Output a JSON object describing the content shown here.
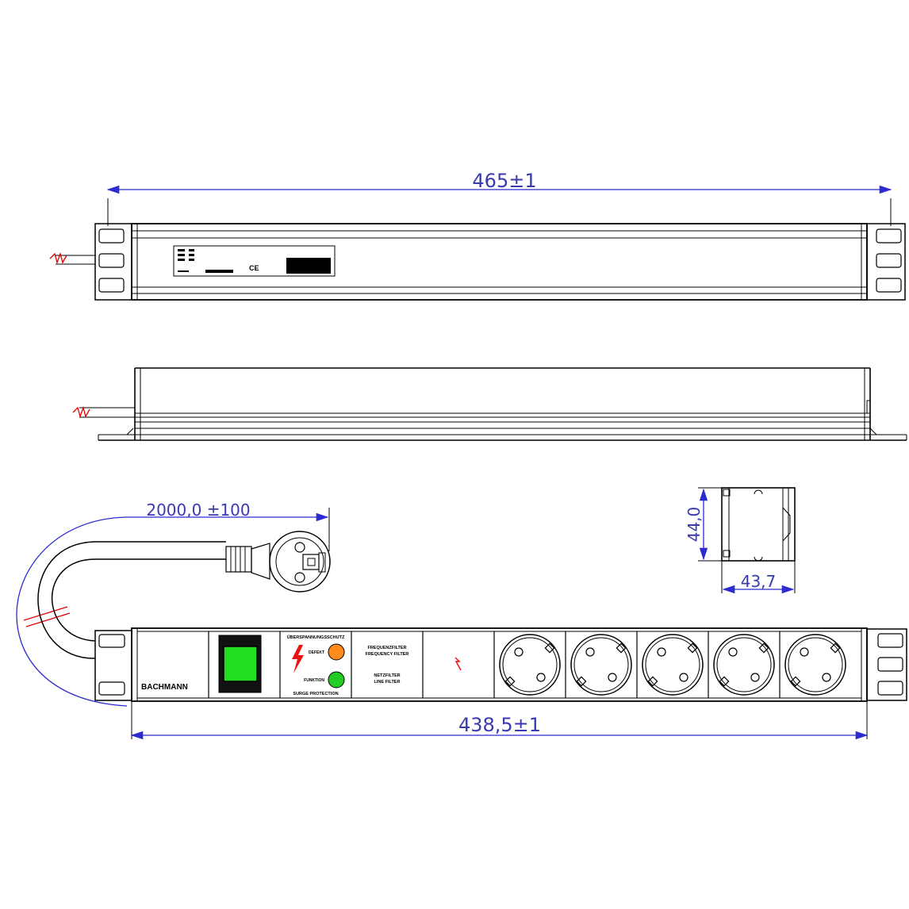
{
  "dimensions": {
    "total_length": "465±1",
    "body_length": "438,5±1",
    "cable_length": "2000,0  ±100",
    "height": "44,0",
    "depth": "43,7"
  },
  "panel_labels": {
    "brand": "BACHMANN",
    "overvoltage_title": "ÜBERSPANNUNGSSCHUTZ",
    "defect": "DEFEKT",
    "function": "FUNKTION",
    "surge_protection": "SURGE PROTECTION",
    "frequency_filter_de": "FREQUENZFILTER",
    "frequency_filter_en": "FREQUENCY FILTER",
    "line_filter_de": "NETZFILTER",
    "line_filter_en": "LINE FILTER",
    "ce_mark": "CE"
  },
  "colors": {
    "dimension_line": "#2b2bd0",
    "switch_green": "#22dd22",
    "led_defect": "#ff8c1a",
    "led_function": "#22cc22",
    "lightning": "#ee1111"
  },
  "socket_count": 5
}
